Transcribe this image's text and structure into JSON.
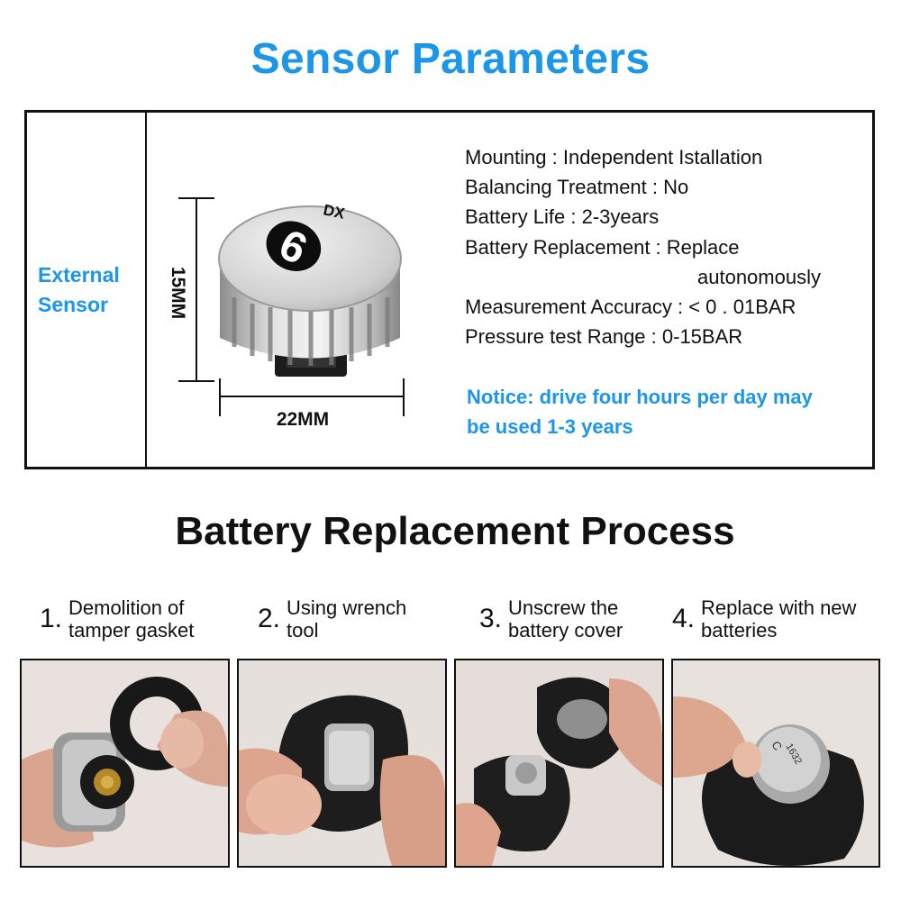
{
  "title": "Sensor Parameters",
  "side_label": [
    "External",
    "Sensor"
  ],
  "sensor": {
    "cap_text_top": "DX",
    "cap_number": "6"
  },
  "dimensions": {
    "height": "15MM",
    "width": "22MM"
  },
  "specs": [
    "Mounting : Independent Istallation",
    "Balancing Treatment : No",
    "Battery Life : 2-3years",
    "Battery Replacement : Replace",
    "autonomously",
    "Measurement Accuracy : < 0 . 01BAR",
    "Pressure test Range : 0-15BAR"
  ],
  "notice": [
    "Notice: drive four hours per day may",
    "be used 1-3 years"
  ],
  "process_title": "Battery Replacement Process",
  "steps": [
    {
      "num": "1.",
      "line1": "Demolition of",
      "line2": "tamper gasket"
    },
    {
      "num": "2.",
      "line1": "Using wrench",
      "line2": "tool"
    },
    {
      "num": "3.",
      "line1": "Unscrew the",
      "line2": "battery cover"
    },
    {
      "num": "4.",
      "line1": "Replace with new",
      "line2": "batteries"
    }
  ],
  "battery_text": {
    "brand": "C",
    "model": "1632"
  },
  "colors": {
    "accent_blue": "#1c96e8",
    "text": "#111111",
    "border": "#111111"
  }
}
